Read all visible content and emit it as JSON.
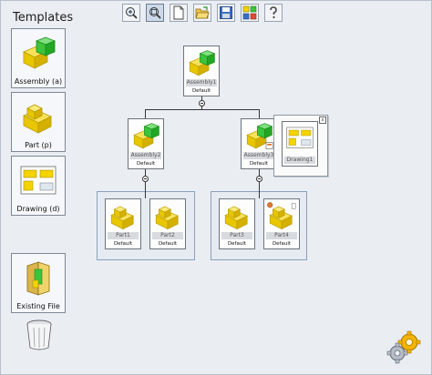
{
  "panel": {
    "title": "Templates"
  },
  "templates": [
    {
      "label": "Assembly   (a)",
      "icon": "assembly-icon"
    },
    {
      "label": "Part          (p)",
      "icon": "part-icon"
    },
    {
      "label": "Drawing     (d)",
      "icon": "drawing-icon"
    },
    {
      "label": "Existing File",
      "icon": "folder-icon"
    }
  ],
  "toolbar": {
    "buttons": [
      "zoom-in-icon",
      "zoom-fit-icon",
      "new-document-icon",
      "open-folder-icon",
      "save-icon",
      "rebuild-icon",
      "help-icon"
    ]
  },
  "tree": {
    "root": {
      "name": "Assembly1",
      "config": "Default"
    },
    "assembly2": {
      "name": "Assembly2",
      "config": "Default"
    },
    "assembly3": {
      "name": "Assembly3",
      "config": "Default"
    },
    "drawing1": {
      "name": "Drawing1"
    },
    "parts": [
      {
        "name": "Part1",
        "config": "Default"
      },
      {
        "name": "Part2",
        "config": "Default"
      },
      {
        "name": "Part3",
        "config": "Default"
      },
      {
        "name": "Part4",
        "config": "Default"
      }
    ]
  },
  "icons": {
    "trash": "trash-icon",
    "settings": "gear-icon"
  },
  "colors": {
    "accent_green": "#3cc43c",
    "part_yellow": "#f4d300",
    "frame_blue": "#8aa0bd"
  }
}
